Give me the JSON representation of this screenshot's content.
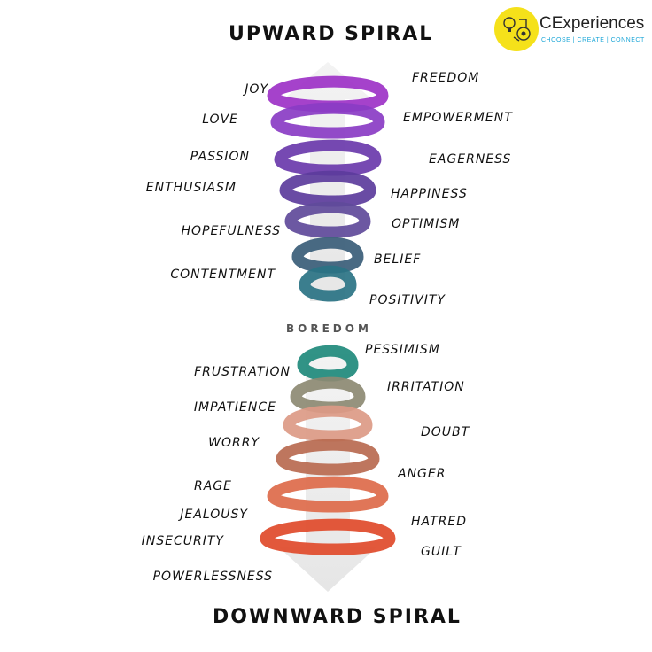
{
  "titles": {
    "top": "UPWARD SPIRAL",
    "bottom": "DOWNWARD SPIRAL",
    "middle": "BOREDOM"
  },
  "logo": {
    "name": "CExperiences",
    "tagline": "CHOOSE | CREATE | CONNECT",
    "color": "#f5e11a"
  },
  "upward": {
    "left": [
      "JOY",
      "LOVE",
      "PASSION",
      "ENTHUSIASM",
      "HOPEFULNESS",
      "CONTENTMENT"
    ],
    "right": [
      "FREEDOM",
      "EMPOWERMENT",
      "EAGERNESS",
      "HAPPINESS",
      "OPTIMISM",
      "BELIEF",
      "POSITIVITY"
    ]
  },
  "downward": {
    "left": [
      "FRUSTRATION",
      "IMPATIENCE",
      "WORRY",
      "RAGE",
      "JEALOUSY",
      "INSECURITY",
      "POWERLESSNESS"
    ],
    "right": [
      "PESSIMISM",
      "IRRITATION",
      "DOUBT",
      "ANGER",
      "HATRED",
      "GUILT"
    ]
  },
  "colors": {
    "upward_coils": [
      "#9d32c7",
      "#8a3cc4",
      "#6a3aab",
      "#5c3c9c",
      "#604a9a",
      "#3a5d78",
      "#2a7384"
    ],
    "downward_coils": [
      "#1f8a7c",
      "#8d8a73",
      "#dc9a85",
      "#b86a50",
      "#dd6a4a",
      "#e04a2a"
    ]
  }
}
